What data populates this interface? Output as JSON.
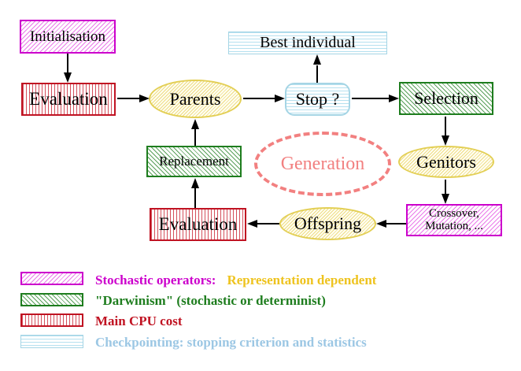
{
  "diagram": {
    "nodes": {
      "initialisation": "Initialisation",
      "evaluation_top": "Evaluation",
      "parents": "Parents",
      "best_individual": "Best individual",
      "stop": "Stop ?",
      "selection": "Selection",
      "genitors": "Genitors",
      "crossover_line1": "Crossover,",
      "crossover_line2": "Mutation, ...",
      "offspring": "Offspring",
      "evaluation_bottom": "Evaluation",
      "replacement": "Replacement",
      "generation": "Generation"
    },
    "legend": [
      {
        "swatch": "magenta-diagonal-hatch",
        "text1": "Stochastic operators:",
        "text2": "Representation dependent"
      },
      {
        "swatch": "green-diagonal-hatch",
        "text1": "\"Darwinism\" (stochastic or determinist)"
      },
      {
        "swatch": "red-vertical-stripes",
        "text1": "Main CPU cost"
      },
      {
        "swatch": "cyan-horizontal-stripes",
        "text1": "Checkpointing: stopping criterion and statistics"
      }
    ],
    "colors": {
      "magenta": "#cc00cc",
      "green": "#1e7d1e",
      "red": "#c01322",
      "cyan_border": "#a5d5e5",
      "cyan_text": "#9cc7e4",
      "yellow_border": "#e3cf55",
      "gold_text": "#eec31e",
      "salmon": "#f28080"
    }
  }
}
